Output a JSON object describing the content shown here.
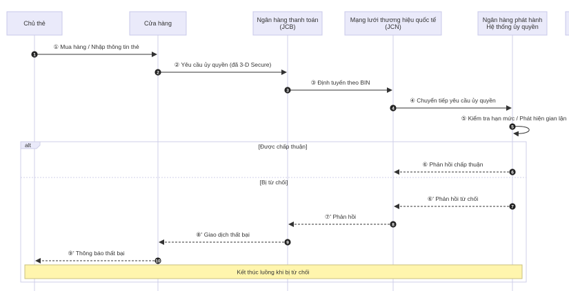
{
  "actors": [
    {
      "lines": [
        "Chủ thẻ"
      ]
    },
    {
      "lines": [
        "Cửa hàng"
      ]
    },
    {
      "lines": [
        "Ngân hàng thanh toán",
        "(JCB)"
      ]
    },
    {
      "lines": [
        "Mạng lưới thương hiệu quốc tế",
        "(JCN)"
      ]
    },
    {
      "lines": [
        "Ngân hàng phát hành",
        "Hệ thống ủy quyền"
      ]
    }
  ],
  "messages": [
    {
      "from": 0,
      "to": 1,
      "badge": "1",
      "label": "① Mua hàng / Nhập thông tin thẻ",
      "dashed": false
    },
    {
      "from": 1,
      "to": 2,
      "badge": "2",
      "label": "② Yêu cầu ủy quyền (đã 3-D Secure)",
      "dashed": false
    },
    {
      "from": 2,
      "to": 3,
      "badge": "3",
      "label": "③ Định tuyến theo BIN",
      "dashed": false
    },
    {
      "from": 3,
      "to": 4,
      "badge": "4",
      "label": "④ Chuyển tiếp yêu cầu ủy quyền",
      "dashed": false
    },
    {
      "from": 4,
      "to": 4,
      "badge": "5",
      "label": "⑤ Kiểm tra hạn mức / Phát hiện gian lận",
      "dashed": false,
      "self": true
    },
    {
      "from": 4,
      "to": 3,
      "badge": "6",
      "label": "⑥ Phản hồi chấp thuận",
      "dashed": true
    },
    {
      "from": 4,
      "to": 3,
      "badge": "7",
      "label": "⑥' Phản hồi từ chối",
      "dashed": true
    },
    {
      "from": 3,
      "to": 2,
      "badge": "8",
      "label": "⑦' Phản hồi",
      "dashed": true
    },
    {
      "from": 2,
      "to": 1,
      "badge": "9",
      "label": "⑧' Giao dịch thất bại",
      "dashed": true
    },
    {
      "from": 1,
      "to": 0,
      "badge": "10",
      "label": "⑨' Thông báo thất bại",
      "dashed": true
    }
  ],
  "alt_frame": {
    "keyword": "alt",
    "section1": "[Được chấp thuận]",
    "section2": "[Bị từ chối]"
  },
  "note": "Kết thúc luồng khi bị từ chối"
}
